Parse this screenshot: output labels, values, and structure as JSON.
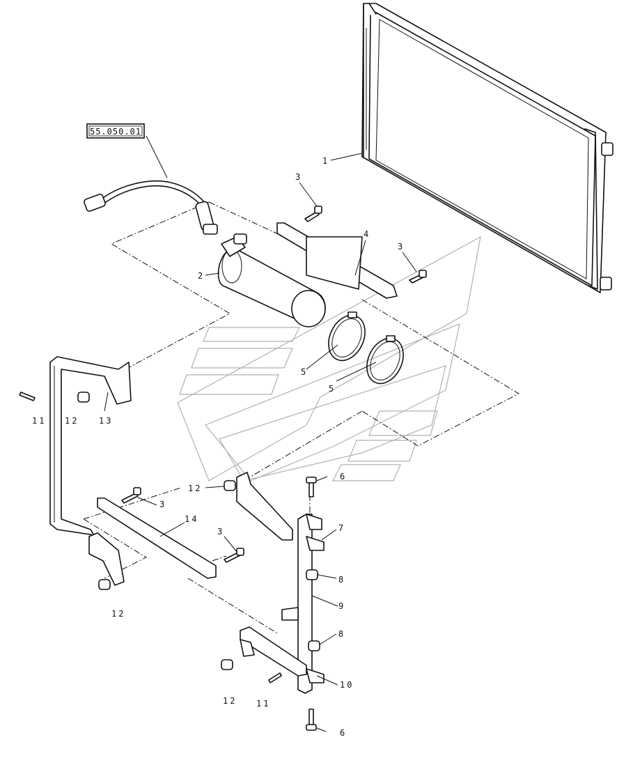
{
  "reference": {
    "label": "55.050.01"
  },
  "callouts": [
    {
      "id": "1",
      "text": "1"
    },
    {
      "id": "2",
      "text": "2"
    },
    {
      "id": "3a",
      "text": "3"
    },
    {
      "id": "3b",
      "text": "3"
    },
    {
      "id": "3c",
      "text": "3"
    },
    {
      "id": "3d",
      "text": "3"
    },
    {
      "id": "4",
      "text": "4"
    },
    {
      "id": "5a",
      "text": "5"
    },
    {
      "id": "5b",
      "text": "5"
    },
    {
      "id": "6a",
      "text": "6"
    },
    {
      "id": "6b",
      "text": "6"
    },
    {
      "id": "7",
      "text": "7"
    },
    {
      "id": "8a",
      "text": "8"
    },
    {
      "id": "8b",
      "text": "8"
    },
    {
      "id": "9",
      "text": "9"
    },
    {
      "id": "10",
      "text": "10"
    },
    {
      "id": "11a",
      "text": "11"
    },
    {
      "id": "11b",
      "text": "11"
    },
    {
      "id": "12a",
      "text": "12"
    },
    {
      "id": "12b",
      "text": "12"
    },
    {
      "id": "12c",
      "text": "12"
    },
    {
      "id": "12d",
      "text": "12"
    },
    {
      "id": "13",
      "text": "13"
    },
    {
      "id": "14",
      "text": "14"
    }
  ]
}
